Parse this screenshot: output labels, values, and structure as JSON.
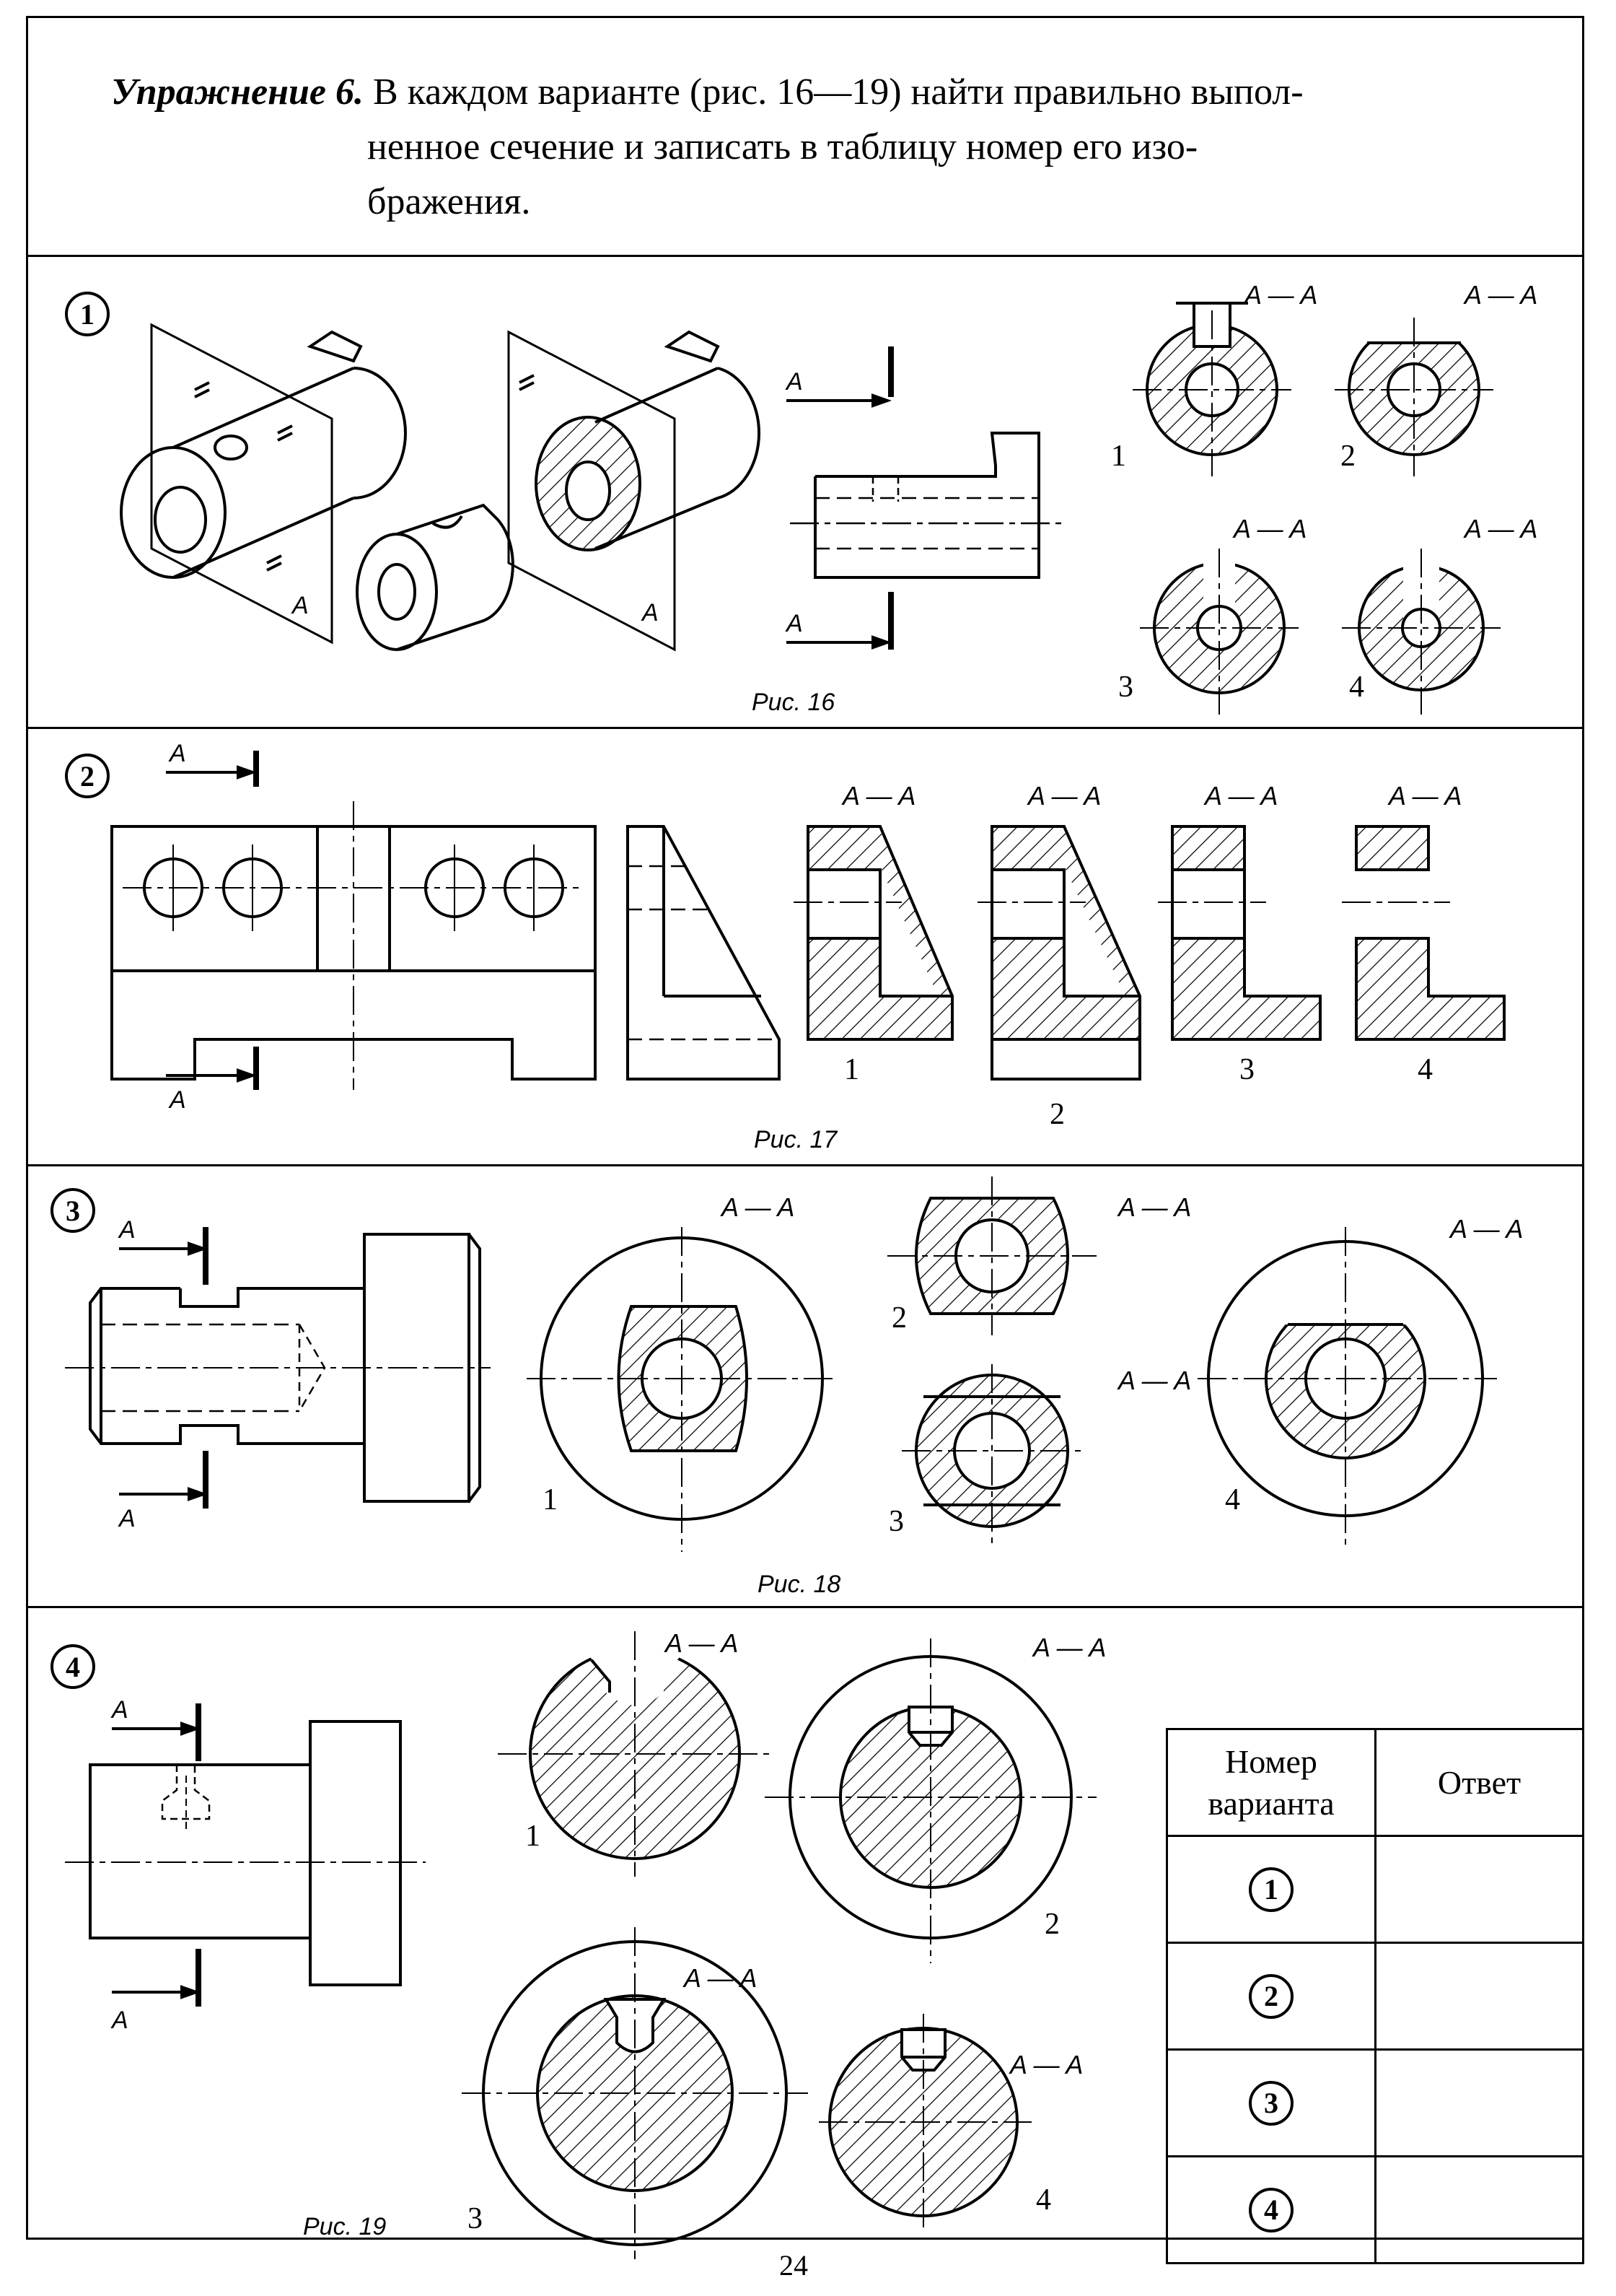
{
  "header": {
    "lead": "Упражнение 6.",
    "line1": "В каждом варианте (рис. 16—19) найти правильно выпол-",
    "line2": "ненное сечение и записать в таблицу номер его изо-",
    "line3": "бражения."
  },
  "sections": [
    {
      "number": "1",
      "caption": "Рис. 16",
      "section_label": "A — A",
      "plane_label": "A",
      "options": [
        "1",
        "2",
        "3",
        "4"
      ]
    },
    {
      "number": "2",
      "caption": "Рис. 17",
      "section_label": "A — A",
      "plane_label": "A",
      "options": [
        "1",
        "2",
        "3",
        "4"
      ]
    },
    {
      "number": "3",
      "caption": "Рис. 18",
      "section_label": "A — A",
      "plane_label": "A",
      "options": [
        "1",
        "2",
        "3",
        "4"
      ]
    },
    {
      "number": "4",
      "caption": "Рис. 19",
      "section_label": "A — A",
      "plane_label": "A",
      "options": [
        "1",
        "2",
        "3",
        "4"
      ]
    }
  ],
  "table": {
    "col1_header": "Номер варианта",
    "col2_header": "Ответ",
    "rows": [
      {
        "variant": "1",
        "answer": ""
      },
      {
        "variant": "2",
        "answer": ""
      },
      {
        "variant": "3",
        "answer": ""
      },
      {
        "variant": "4",
        "answer": ""
      }
    ]
  },
  "page_number": "24"
}
